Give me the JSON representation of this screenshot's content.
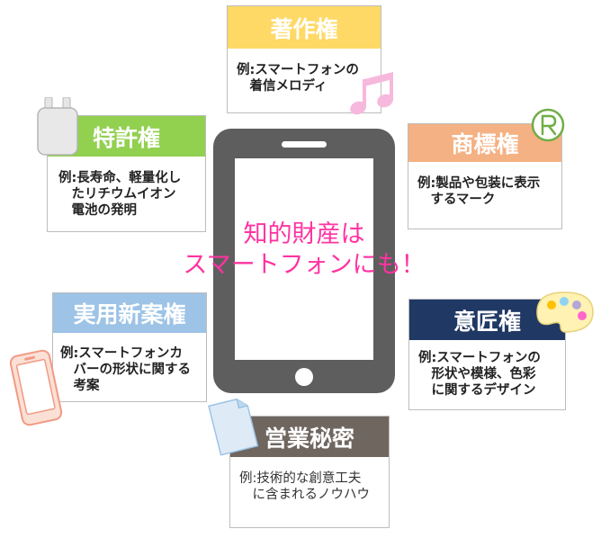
{
  "center": {
    "line1": "知的財産は",
    "line2": "スマートフォンにも！",
    "color": "#ff33a1"
  },
  "cards": {
    "copyright": {
      "title": "著作権",
      "desc": "例:スマートフォンの\n　着信メロディ",
      "color": "#ffd966",
      "icon": "music-note-icon"
    },
    "patent": {
      "title": "特許権",
      "desc": "例:長寿命、軽量化し\n　たリチウムイオン\n　電池の発明",
      "color": "#92d050",
      "icon": "battery-icon"
    },
    "trademark": {
      "title": "商標権",
      "desc": "例:製品や包装に表示\n　するマーク",
      "color": "#f4b183",
      "icon": "registered-mark-icon"
    },
    "utility": {
      "title": "実用新案権",
      "desc": "例:スマートフォンカ\n　バーの形状に関する\n　考案",
      "color": "#9dc3e6",
      "icon": "phone-case-icon"
    },
    "design": {
      "title": "意匠権",
      "desc": "例:スマートフォンの\n　形状や模様、色彩\n　に関するデザイン",
      "color": "#203864",
      "icon": "palette-icon"
    },
    "trade_secret": {
      "title": "営業秘密",
      "desc": "例:技術的な創意工夫\n　に含まれるノウハウ",
      "color": "#6f6660",
      "icon": "document-icon"
    }
  }
}
